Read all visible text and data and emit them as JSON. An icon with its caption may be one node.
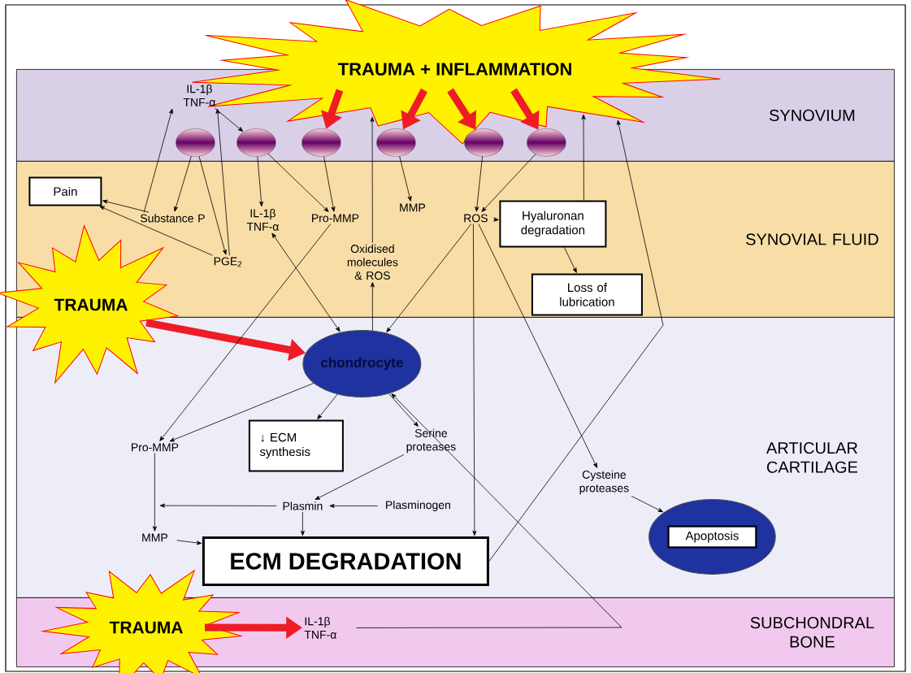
{
  "diagram": {
    "nodes": [
      {
        "text": [
          "SYNOVIUM"
        ]
      },
      {
        "text": [
          "SYNOVIAL FLUID"
        ]
      },
      {
        "text": [
          "ARTICULAR CARTILAGE"
        ]
      },
      {
        "text": [
          "SUBCHONDRAL BONE"
        ]
      },
      {
        "text": [
          "TRAUMA + INFLAMMATION"
        ]
      },
      {
        "text": [
          "TRAUMA"
        ]
      },
      {
        "text": [
          "TRAUMA"
        ]
      },
      {
        "text": [
          "IL-1β TNF-α"
        ],
        "in": 0
      },
      {
        "text": [],
        "shape": "ellipse",
        "in": 0
      },
      {
        "text": [],
        "shape": "ellipse",
        "in": 0
      },
      {
        "text": [],
        "shape": "ellipse",
        "in": 0
      },
      {
        "text": [],
        "shape": "ellipse",
        "in": 0
      },
      {
        "text": [],
        "shape": "ellipse",
        "in": 0
      },
      {
        "text": [],
        "shape": "ellipse",
        "in": 0
      },
      {
        "text": [
          "Pain"
        ],
        "in": 1
      },
      {
        "text": [
          "Substance P"
        ],
        "in": 1
      },
      {
        "text": [
          "IL-1β TNF-α"
        ],
        "in": 1
      },
      {
        "text": [
          "Pro-MMP"
        ],
        "in": 1
      },
      {
        "text": [
          "MMP"
        ],
        "in": 1
      },
      {
        "text": [
          "ROS"
        ],
        "in": 1
      },
      {
        "text": [
          "Hyaluronan degradation"
        ],
        "in": 1
      },
      {
        "text": [
          "PGE$_{2}$"
        ],
        "in": 1
      },
      {
        "text": [
          "Oxidised molecules & ROS"
        ],
        "in": 1
      },
      {
        "text": [
          "Loss of lubrication"
        ],
        "in": 1
      },
      {
        "text": [
          "chondrocyte"
        ],
        "in": 2
      },
      {
        "text": [
          "↓ ECM synthesis"
        ],
        "in": 2
      },
      {
        "text": [
          "Serine proteases"
        ],
        "in": 2
      },
      {
        "text": [
          "Pro-MMP"
        ],
        "in": 2
      },
      {
        "text": [
          "Plasmin"
        ],
        "in": 2
      },
      {
        "text": [
          "Plasminogen"
        ],
        "in": 2
      },
      {
        "text": [
          "MMP"
        ],
        "in": 2
      },
      {
        "text": [
          "ECM DEGRADATION"
        ],
        "in": 2
      },
      {
        "text": [
          "Cysteine proteases"
        ],
        "in": 2
      },
      {
        "text": [
          "Apoptosis"
        ],
        "in": 2
      },
      {
        "text": [
          "IL-1β TNF-α"
        ],
        "in": 3
      }
    ],
    "edges": [
      {
        "from": 4,
        "to": 10,
        "arrow": "to",
        "style": "thick",
        "color": "#ee1c25"
      },
      {
        "from": 4,
        "to": 11,
        "arrow": "to",
        "style": "thick",
        "color": "#ee1c25"
      },
      {
        "from": 4,
        "to": 12,
        "arrow": "to",
        "style": "thick",
        "color": "#ee1c25"
      },
      {
        "from": 4,
        "to": 13,
        "arrow": "to",
        "style": "thick",
        "color": "#ee1c25"
      },
      {
        "from": 5,
        "to": 24,
        "arrow": "to",
        "style": "thick",
        "color": "#ee1c25"
      },
      {
        "from": 6,
        "to": 34,
        "arrow": "to",
        "style": "thick",
        "color": "#ee1c25"
      },
      {
        "from": 8,
        "to": 15,
        "arrow": "to"
      },
      {
        "from": 15,
        "to": 7,
        "arrow": "to"
      },
      {
        "from": 15,
        "to": 14,
        "arrow": "to"
      },
      {
        "from": 21,
        "to": 14,
        "arrow": "to"
      },
      {
        "from": 8,
        "to": 21,
        "arrow": "to"
      },
      {
        "from": 21,
        "to": 7,
        "arrow": "to"
      },
      {
        "from": 7,
        "to": 9,
        "arrow": "to"
      },
      {
        "from": 9,
        "to": 16,
        "arrow": "to"
      },
      {
        "from": 9,
        "to": 17,
        "arrow": "to"
      },
      {
        "from": 10,
        "to": 17,
        "arrow": "to"
      },
      {
        "from": 11,
        "to": 18,
        "arrow": "to"
      },
      {
        "from": 12,
        "to": 19,
        "arrow": "to"
      },
      {
        "from": 13,
        "to": 19,
        "arrow": "to"
      },
      {
        "from": 19,
        "to": 20,
        "arrow": "to"
      },
      {
        "from": 20,
        "to": 23,
        "arrow": "to"
      },
      {
        "from": 20,
        "to": 4,
        "arrow": "to"
      },
      {
        "from": 22,
        "to": 4,
        "arrow": "to"
      },
      {
        "from": 31,
        "to": 4,
        "arrow": "to"
      },
      {
        "from": 24,
        "to": 22,
        "arrow": "to"
      },
      {
        "from": 16,
        "to": 24,
        "arrow": "both"
      },
      {
        "from": 17,
        "to": 27,
        "arrow": "to"
      },
      {
        "from": 19,
        "to": 24,
        "arrow": "to"
      },
      {
        "from": 19,
        "to": 31,
        "arrow": "to"
      },
      {
        "from": 19,
        "to": 32,
        "arrow": "to"
      },
      {
        "from": 32,
        "to": 33,
        "arrow": "to"
      },
      {
        "from": 24,
        "to": 27,
        "arrow": "to"
      },
      {
        "from": 24,
        "to": 25,
        "arrow": "to"
      },
      {
        "from": 24,
        "to": 26,
        "arrow": "to"
      },
      {
        "from": 26,
        "to": 28,
        "arrow": "to"
      },
      {
        "from": 29,
        "to": 28,
        "arrow": "to"
      },
      {
        "from": 28,
        "to": null,
        "arrow": "to"
      },
      {
        "from": 27,
        "to": 30,
        "arrow": "to"
      },
      {
        "from": 28,
        "to": 31,
        "arrow": "to"
      },
      {
        "from": 30,
        "to": 31,
        "arrow": "to"
      },
      {
        "from": 34,
        "to": 24,
        "arrow": "to"
      }
    ]
  }
}
